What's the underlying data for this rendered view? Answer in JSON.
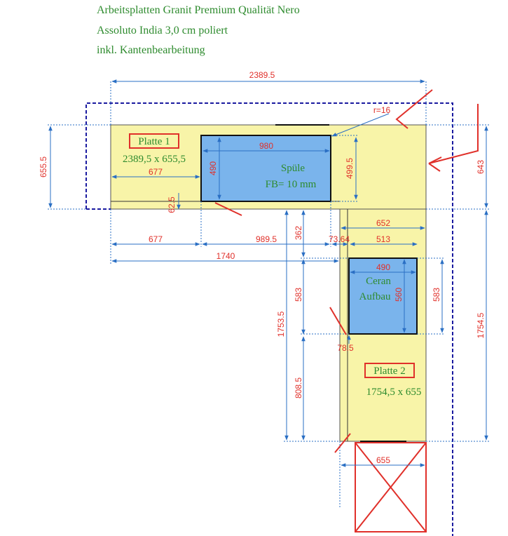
{
  "header": {
    "line1": "Arbeitsplatten Granit Premium Qualität Nero",
    "line2": "Assoluto India  3,0 cm poliert",
    "line3": "inkl. Kantenbearbeitung"
  },
  "plate1": {
    "label": "Platte 1",
    "size": "2389,5 x 655,5"
  },
  "plate2": {
    "label": "Platte 2",
    "size": "1754,5 x 655"
  },
  "sink": {
    "label": "Spüle",
    "sublabel": "FB= 10 mm",
    "width": "980",
    "height": "490",
    "outer_height": "499.5"
  },
  "cooktop": {
    "label": "Ceran",
    "sublabel": "Aufbau",
    "width": "490",
    "height": "560",
    "outer_height": "583"
  },
  "dimensions": {
    "top_total": "2389.5",
    "left_height": "655.5",
    "right_height_top": "643",
    "radius": "r=16",
    "d677_a": "677",
    "d62_5": "62.5",
    "d677_b": "677",
    "d989_5": "989.5",
    "d362": "362",
    "d73_64": "73.64",
    "d652": "652",
    "d513": "513",
    "d1740": "1740",
    "d583_left": "583",
    "d1753_5": "1753.5",
    "d78_5": "78.5",
    "d808_5": "808.5",
    "d1754_5": "1754.5",
    "d655": "655"
  },
  "colors": {
    "plate_fill": "#f8f4a8",
    "cutout_fill": "#7ab4ec",
    "dim_line": "#2a6fc4",
    "dim_text": "#e0302a",
    "label_text": "#2e8b2e",
    "frame_dashed": "#1a1aa0",
    "marker_red": "#e0302a"
  }
}
